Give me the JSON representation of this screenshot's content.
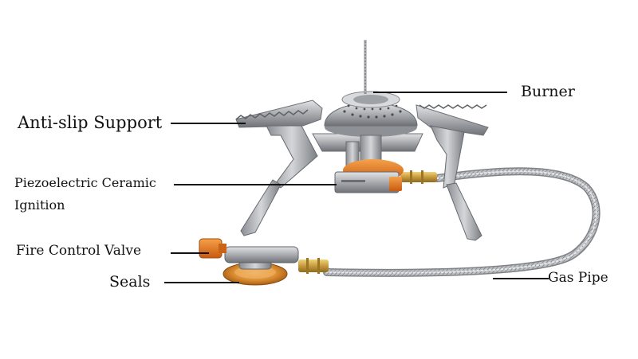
{
  "diagram": {
    "background": "#ffffff",
    "labels": {
      "burner": "Burner",
      "anti_slip_support": "Anti-slip Support",
      "ignition_line1": "Piezoelectric Ceramic",
      "ignition_line2": "Ignition",
      "fire_control_valve": "Fire Control Valve",
      "seals": "Seals",
      "gas_pipe": "Gas Pipe"
    },
    "colors": {
      "steel": "#b8babd",
      "steel_dark": "#7d8085",
      "brass": "#c9a24a",
      "orange": "#e8731c",
      "leader_line": "#111111"
    }
  }
}
